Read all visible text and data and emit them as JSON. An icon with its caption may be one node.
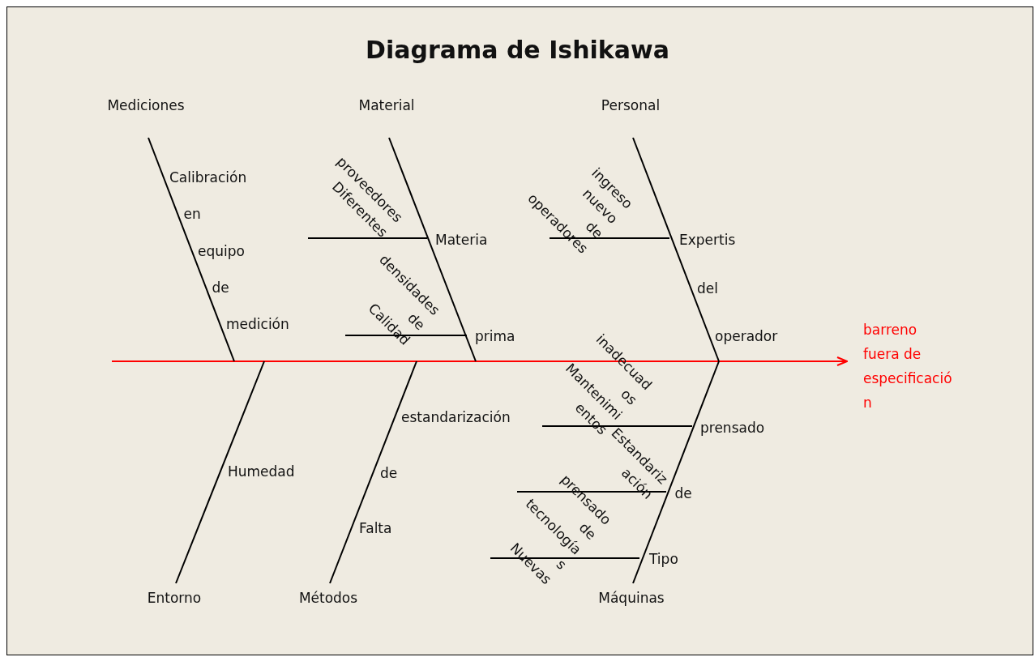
{
  "diagram": {
    "title": "Diagrama de Ishikawa",
    "nodes": [
      {
        "text": [
          "Mediciones"
        ]
      },
      {
        "text": [
          "Material"
        ]
      },
      {
        "text": [
          "Personal"
        ]
      },
      {
        "text": [
          "Entorno"
        ]
      },
      {
        "text": [
          "Métodos"
        ]
      },
      {
        "text": [
          "Máquinas"
        ]
      },
      {
        "text": [
          "barreno fuera de especificación"
        ]
      }
    ],
    "edges": [
      {
        "from": null,
        "to": 6,
        "arrow": "to",
        "color": "#ff0000"
      },
      {
        "from": 0,
        "to": null,
        "arrow": "none"
      },
      {
        "from": 1,
        "to": null,
        "arrow": "none"
      },
      {
        "from": 2,
        "to": null,
        "arrow": "none"
      },
      {
        "from": 3,
        "to": null,
        "arrow": "none"
      },
      {
        "from": 4,
        "to": null,
        "arrow": "none"
      },
      {
        "from": 5,
        "to": null,
        "arrow": "none"
      }
    ],
    "labels": [
      "Calibración en equipo de medición",
      "proveedores Diferentes",
      "Materia prima",
      "densidades de Calidad",
      "ingreso nuevo de operadores",
      "Expertis del operador",
      "inadecuad os Mantenimi entos",
      "estandarización de Falta",
      "Humedad",
      "prensado de Tipo",
      "Estandariz ación",
      "prensado de tecnología s Nuevas"
    ]
  }
}
